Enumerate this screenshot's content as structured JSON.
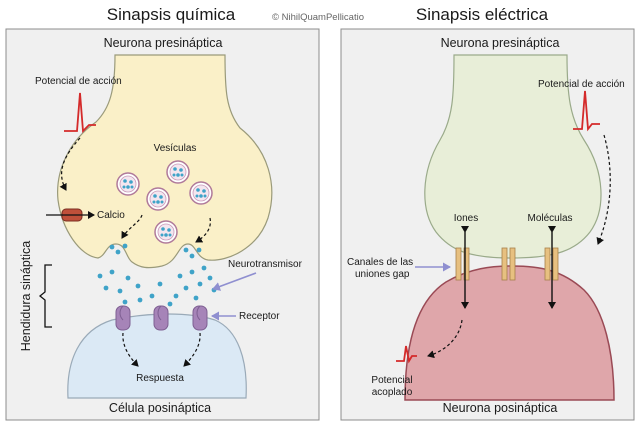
{
  "credit": "© NihilQuamPellicatio",
  "chemical": {
    "title": "Sinapsis química",
    "presynaptic": "Neurona presináptica",
    "action_potential": "Potencial de acción",
    "vesicles": "Vesículas",
    "calcium": "Calcio",
    "cleft": "Hendidura sináptica",
    "neurotransmitter": "Neurotransmisor",
    "receptor": "Receptor",
    "response": "Respuesta",
    "postsynaptic": "Célula posináptica"
  },
  "electrical": {
    "title": "Sinapsis eléctrica",
    "presynaptic": "Neurona presináptica",
    "action_potential": "Potencial de acción",
    "ions": "Iones",
    "molecules": "Moléculas",
    "gap_channels": [
      "Canales de las",
      "uniones gap"
    ],
    "coupled_potential": [
      "Potencial",
      "acoplado"
    ],
    "postsynaptic": "Neurona posináptica"
  },
  "colors": {
    "panel_bg": "#f0f0f0",
    "panel_border": "#8c8c8c",
    "chem_pre_fill": "#faf0c8",
    "chem_post_fill": "#dbe9f5",
    "elec_pre_fill": "#e8eed8",
    "elec_post_fill": "#dfa6aa",
    "receptor": "#a684b8",
    "channel": "#e7c080",
    "spike": "#d42a2a",
    "label_arrow": "#8f8fd0"
  }
}
